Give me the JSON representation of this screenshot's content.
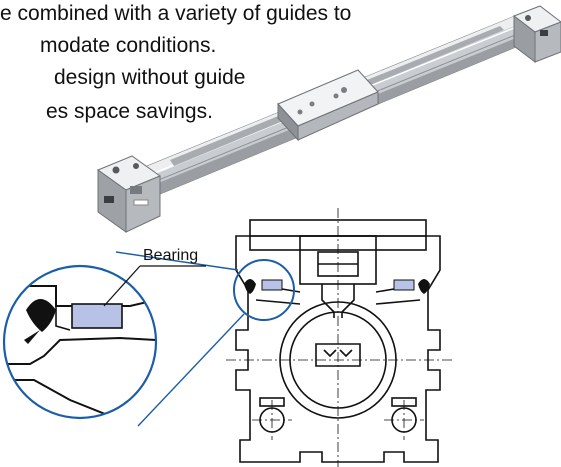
{
  "text": {
    "lines": [
      "e combined with a variety of guides to",
      "modate conditions.",
      "design without guide",
      "es space savings."
    ]
  },
  "callout": {
    "label": "Bearing"
  },
  "colors": {
    "accent_blue": "#1a5ea8",
    "bearing_fill": "#b8c2e6",
    "metal_light": "#e6e8ea",
    "metal_mid": "#b8bcc0",
    "metal_dark": "#6a6e72",
    "ink": "#111111"
  }
}
